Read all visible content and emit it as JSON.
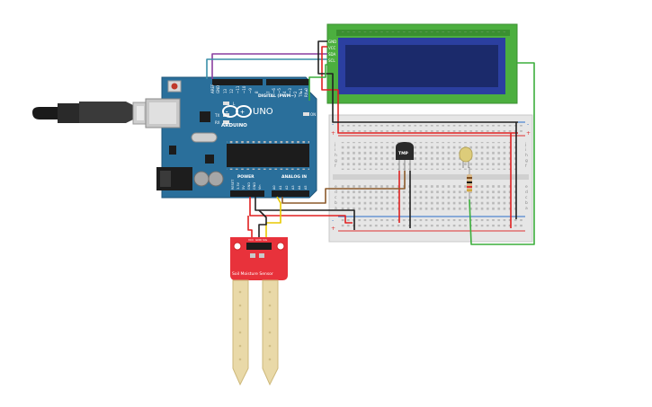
{
  "arduino": {
    "brand": "ARDUINO",
    "model": "UNO",
    "digital_label": "DIGITAL (PWM~)",
    "power_label": "POWER",
    "analog_label": "ANALOG IN",
    "tx": "TX",
    "rx": "RX",
    "l": "L",
    "on": "ON",
    "aref": "AREF",
    "gnd": "GND",
    "digital_pins": [
      "13",
      "12",
      "~11",
      "~10",
      "~9",
      "8",
      "7",
      "~6",
      "~5",
      "4",
      "~3",
      "2",
      "TX▸1",
      "RX◂0"
    ],
    "power_pins": [
      "RESET",
      "3.3V",
      "5V",
      "GND",
      "GND",
      "Vin"
    ],
    "analog_pins": [
      "A0",
      "A1",
      "A2",
      "A3",
      "A4",
      "A5"
    ]
  },
  "lcd": {
    "pins": [
      "GND",
      "VCC",
      "SDA",
      "SCL"
    ]
  },
  "breadboard": {
    "top_letters": [
      "j",
      "i",
      "h",
      "g",
      "f"
    ],
    "bottom_letters": [
      "e",
      "d",
      "c",
      "b",
      "a"
    ],
    "plus": "+",
    "minus": "-"
  },
  "tmp_sensor": {
    "label": "TMP"
  },
  "soil_sensor": {
    "label": "Soil Moisture Sensor",
    "pins": [
      "VCC",
      "GND",
      "SIG"
    ]
  },
  "colors": {
    "arduino_board": "#2a6f9b",
    "lcd_pcb": "#4caf3f",
    "lcd_screen": "#1b2a6b",
    "breadboard": "#e6e6e6",
    "soil_pcb": "#e8323b",
    "wire_red": "#e02020",
    "wire_black": "#222222",
    "wire_green": "#3cae3c",
    "wire_yellow": "#e8c900",
    "wire_brown": "#8b5a2b",
    "wire_purple": "#8a3fa0",
    "wire_teal": "#3a8fa8"
  }
}
